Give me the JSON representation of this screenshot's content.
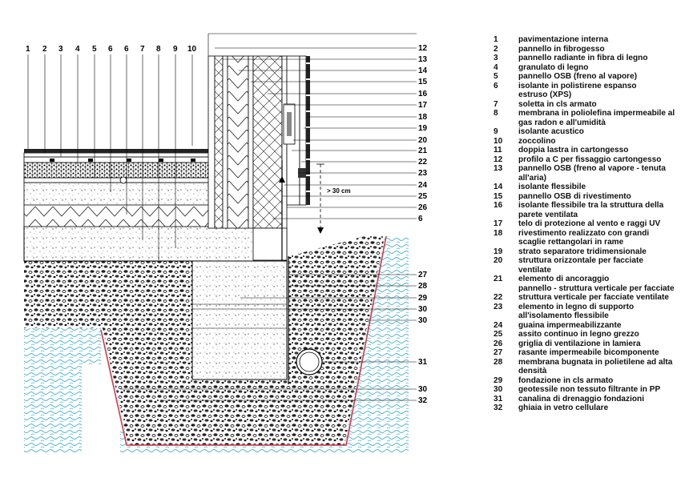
{
  "drawing": {
    "top_labels": [
      "1",
      "2",
      "3",
      "4",
      "5",
      "6",
      "6",
      "7",
      "8",
      "9",
      "10"
    ],
    "right_labels": [
      "12",
      "13",
      "14",
      "15",
      "16",
      "17",
      "18",
      "19",
      "20",
      "21",
      "22",
      "23",
      "24",
      "25",
      "26",
      "6",
      "27",
      "28",
      "29",
      "30",
      "30",
      "31",
      "30",
      "32"
    ],
    "dimension": "> 30 cm"
  },
  "legend": [
    {
      "n": "1",
      "t": "pavimentazione interna"
    },
    {
      "n": "2",
      "t": "pannello in fibrogesso"
    },
    {
      "n": "3",
      "t": "pannello radiante in fibra di legno"
    },
    {
      "n": "4",
      "t": "granulato di legno"
    },
    {
      "n": "5",
      "t": "pannello OSB (freno al vapore)"
    },
    {
      "n": "6",
      "t": "isolante in polistirene espanso"
    },
    {
      "n": "",
      "t": "estruso (XPS)"
    },
    {
      "n": "7",
      "t": "soletta in cls armato"
    },
    {
      "n": "8",
      "t": "membrana in poliolefina impermeabile al"
    },
    {
      "n": "",
      "t": "gas radon e all'umidità"
    },
    {
      "n": "9",
      "t": "isolante acustico"
    },
    {
      "n": "10",
      "t": "zoccolino"
    },
    {
      "n": "11",
      "t": "doppia lastra in cartongesso"
    },
    {
      "n": "12",
      "t": "profilo a C per fissaggio cartongesso"
    },
    {
      "n": "13",
      "t": "pannello OSB (freno al vapore - tenuta"
    },
    {
      "n": "",
      "t": "all'aria)"
    },
    {
      "n": "14",
      "t": "isolante flessibile"
    },
    {
      "n": "15",
      "t": "pannello OSB di rivestimento"
    },
    {
      "n": "16",
      "t": "isolante flessibile tra la struttura della"
    },
    {
      "n": "",
      "t": "parete ventilata"
    },
    {
      "n": "17",
      "t": "telo di protezione al vento e raggi UV"
    },
    {
      "n": "18",
      "t": "rivestimento realizzato con grandi"
    },
    {
      "n": "",
      "t": "scaglie rettangolari in rame"
    },
    {
      "n": "19",
      "t": "strato separatore tridimensionale"
    },
    {
      "n": "20",
      "t": "struttura orizzontale per facciate"
    },
    {
      "n": "",
      "t": "ventilate"
    },
    {
      "n": "21",
      "t": "elemento di ancoraggio"
    },
    {
      "n": "",
      "t": "pannello - struttura verticale per facciate"
    },
    {
      "n": "22",
      "t": "struttura verticale per facciate ventilate"
    },
    {
      "n": "23",
      "t": "elemento in legno di supporto"
    },
    {
      "n": "",
      "t": "all'isolamento flessibile"
    },
    {
      "n": "24",
      "t": "guaina impermeabilizzante"
    },
    {
      "n": "25",
      "t": "assito continuo in legno grezzo"
    },
    {
      "n": "26",
      "t": "griglia di ventilazione in lamiera"
    },
    {
      "n": "27",
      "t": "rasante impermeabile bicomponente"
    },
    {
      "n": "28",
      "t": "membrana bugnata in polietilene ad alta"
    },
    {
      "n": "",
      "t": "densità"
    },
    {
      "n": "29",
      "t": "fondazione in cls armato"
    },
    {
      "n": "30",
      "t": "geotessile non tessuto filtrante in PP"
    },
    {
      "n": "31",
      "t": "canalina di drenaggio fondazioni"
    },
    {
      "n": "32",
      "t": "ghiaia in vetro cellulare"
    }
  ],
  "colors": {
    "ground_hatch": "#4fb4d6",
    "geotextile": "#d23a4a",
    "line": "#000000"
  }
}
